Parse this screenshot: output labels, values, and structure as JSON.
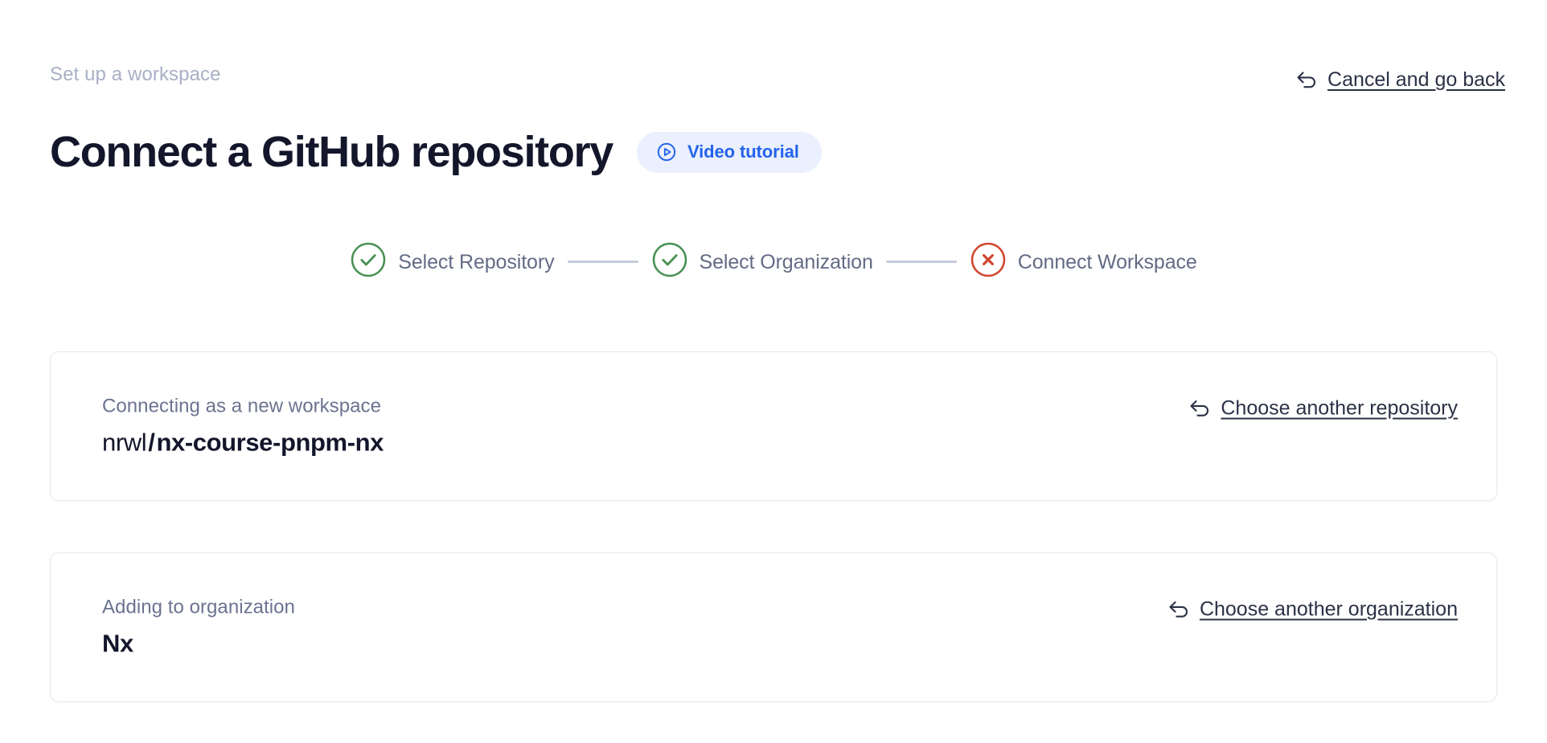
{
  "header": {
    "eyebrow": "Set up a workspace",
    "title": "Connect a GitHub repository",
    "video_badge_label": "Video tutorial",
    "video_badge_icon": "play-circle-icon",
    "cancel_label": "Cancel and go back",
    "cancel_icon": "back-arrow-icon"
  },
  "stepper": {
    "steps": [
      {
        "label": "Select Repository",
        "state": "complete",
        "icon": "check-circle-icon"
      },
      {
        "label": "Select Organization",
        "state": "complete",
        "icon": "check-circle-icon"
      },
      {
        "label": "Connect Workspace",
        "state": "incomplete",
        "icon": "x-circle-icon"
      }
    ]
  },
  "cards": [
    {
      "caption": "Connecting as a new workspace",
      "owner": "nrwl",
      "separator": "/",
      "repo": "nx-course-pnpm-nx",
      "link_label": "Choose another repository",
      "link_icon": "back-arrow-icon"
    },
    {
      "caption": "Adding to organization",
      "value": "Nx",
      "link_label": "Choose another organization",
      "link_icon": "back-arrow-icon"
    }
  ],
  "colors": {
    "accent_blue": "#2563eb",
    "badge_bg": "#eaf0fe",
    "success_green": "#4a9155",
    "error_red": "#d0462f",
    "text_dark": "#14172b",
    "text_muted": "#6b7390",
    "eyebrow_muted": "#a8b0c4",
    "card_border": "#e6e8f0",
    "connector": "#c5cbdc"
  }
}
